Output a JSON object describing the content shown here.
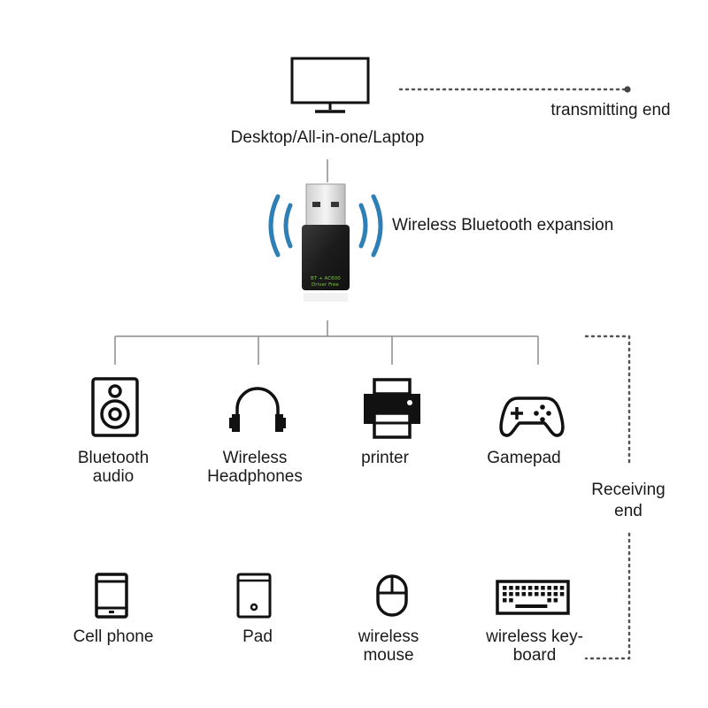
{
  "colors": {
    "line": "#8c8c8c",
    "dotted": "#555555",
    "icon": "#111111",
    "signal_waves": "#2e7fb6",
    "dongle_body": "#1e1e1e",
    "dongle_text": "#7dc241"
  },
  "source": {
    "label": "Desktop/All-in-one/Laptop",
    "icon": "monitor-icon"
  },
  "transmitting_label": "transmitting end",
  "adapter": {
    "label": "Wireless Bluetooth expansion",
    "icon": "usb-bluetooth-adapter",
    "printed_text": [
      "BT + AC600",
      "Driver Free"
    ]
  },
  "receiving_label": [
    "Receiving",
    "end"
  ],
  "devices_row1": [
    {
      "icon": "speaker-icon",
      "label": [
        "Bluetooth",
        "audio"
      ]
    },
    {
      "icon": "headphones-icon",
      "label": [
        "Wireless",
        "Headphones"
      ]
    },
    {
      "icon": "printer-icon",
      "label": [
        "printer"
      ]
    },
    {
      "icon": "gamepad-icon",
      "label": [
        "Gamepad"
      ]
    }
  ],
  "devices_row2": [
    {
      "icon": "cell-phone-icon",
      "label": [
        "Cell phone"
      ]
    },
    {
      "icon": "tablet-icon",
      "label": [
        "Pad"
      ]
    },
    {
      "icon": "mouse-icon",
      "label": [
        "wireless",
        "mouse"
      ]
    },
    {
      "icon": "keyboard-icon",
      "label": [
        "wireless key-",
        "board"
      ]
    }
  ]
}
